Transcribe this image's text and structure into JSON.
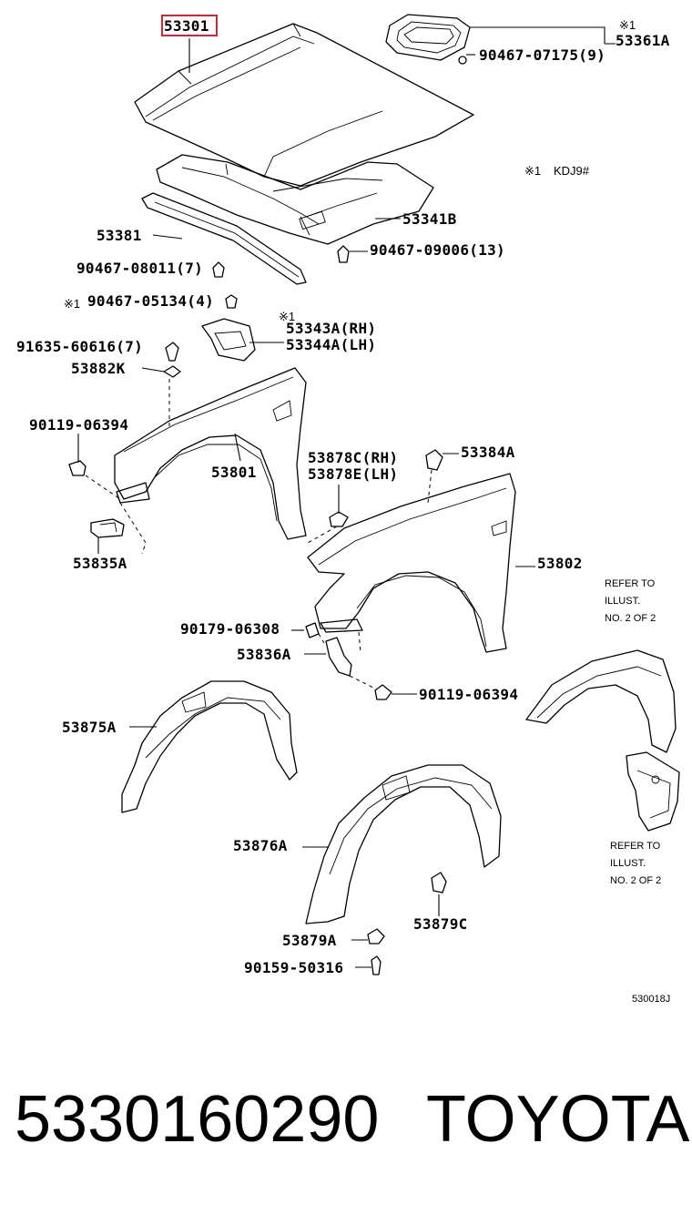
{
  "highlight_color": "#d9232e",
  "diagram": {
    "highlighted_part": "53301",
    "note": {
      "mark": "※1",
      "text": "KDJ9#"
    },
    "ref_code": "530018J",
    "refer_note_1": [
      "REFER TO",
      "ILLUST.",
      "NO. 2 OF 2"
    ],
    "refer_note_2": [
      "REFER TO",
      "ILLUST.",
      "NO. 2 OF 2"
    ],
    "labels": {
      "p53361A": "53361A",
      "f90467_07175": "90467-07175(9)",
      "p53341B": "53341B",
      "p53381": "53381",
      "f90467_09006": "90467-09006(13)",
      "f90467_08011": "90467-08011(7)",
      "f90467_05134": "90467-05134(4)",
      "p53343A": "53343A(RH)",
      "p53344A": "53344A(LH)",
      "f91635_60616": "91635-60616(7)",
      "p53882K": "53882K",
      "f90119_06394_a": "90119-06394",
      "p53801": "53801",
      "p53878C": "53878C(RH)",
      "p53878E": "53878E(LH)",
      "p53384A": "53384A",
      "p53835A": "53835A",
      "p53802": "53802",
      "f90179_06308": "90179-06308",
      "p53836A": "53836A",
      "f90119_06394_b": "90119-06394",
      "p53875A": "53875A",
      "p53876A": "53876A",
      "p53879C": "53879C",
      "p53879A": "53879A",
      "f90159_50316": "90159-50316"
    },
    "marks": {
      "m53361A": "※1",
      "m90467_05134": "※1",
      "m53343A": "※1"
    }
  },
  "caption": {
    "part_number": "5330160290",
    "brand": "TOYOTA"
  }
}
